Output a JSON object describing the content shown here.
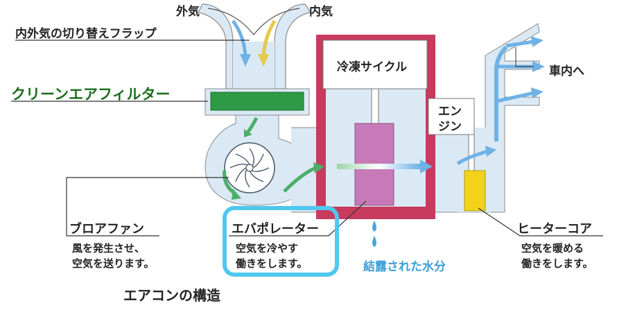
{
  "labels": {
    "outside_air": "外気",
    "inside_air": "内気",
    "flap": "内外気の切り替えフラップ",
    "filter": "クリーンエアフィルター",
    "refrigeration": "冷凍サイクル",
    "engine_line1": "エン",
    "engine_line2": "ジン",
    "to_cabin": "車内へ",
    "blower": "ブロアファン",
    "blower_desc_1": "風を発生させ、",
    "blower_desc_2": "空気を送ります。",
    "evaporator": "エバポレーター",
    "evaporator_desc_1": "空気を冷やす",
    "evaporator_desc_2": "働きをします。",
    "condensed_water": "結露された水分",
    "heater_core": "ヒーターコア",
    "heater_desc_1": "空気を暖める",
    "heater_desc_2": "働きをします。",
    "title": "エアコンの構造"
  },
  "colors": {
    "duct": "#dbe9f5",
    "arrow_blue": "#6fb2e6",
    "arrow_green": "#4caf68",
    "arrow_yellow": "#e6c94a",
    "filter_green": "#2f9a45",
    "label_green": "#1b6e1b",
    "refrigeration_red": "#c83a5e",
    "evaporator_pink": "#c77ab8",
    "heater_yellow": "#f2d21a",
    "highlight_cyan": "#4fc8ef",
    "water_blue": "#3a9fd8"
  }
}
